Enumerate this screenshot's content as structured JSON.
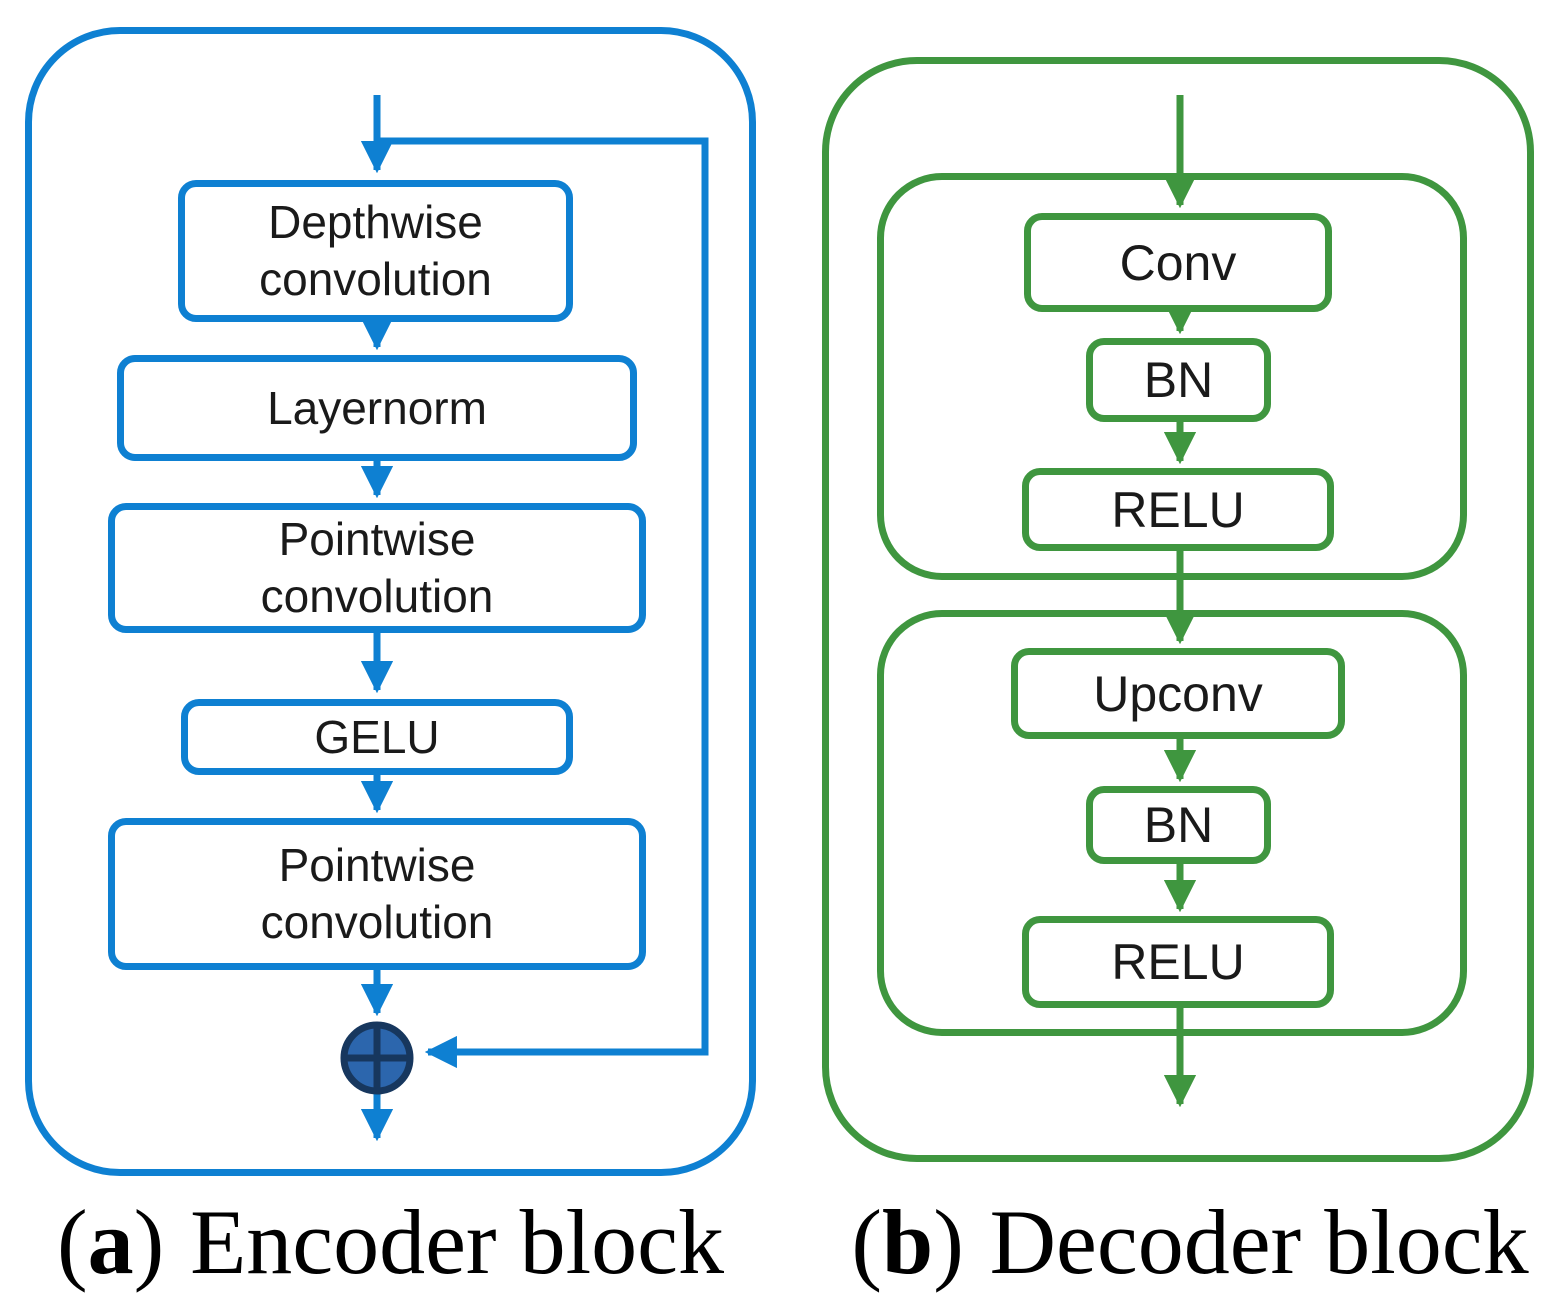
{
  "colors": {
    "encoder_accent": "#0E80D2",
    "decoder_accent": "#3F963F",
    "sum_node_fill": "#2C66AD",
    "sum_node_stroke": "#17375E",
    "box_text": "#1a1a1a",
    "caption_text": "#000000"
  },
  "icons": {
    "sum_node": "circle-plus"
  },
  "encoder": {
    "boxes": {
      "depthwise": {
        "line1": "Depthwise",
        "line2": "convolution"
      },
      "layernorm": {
        "line1": "Layernorm"
      },
      "pointwise1": {
        "line1": "Pointwise",
        "line2": "convolution"
      },
      "gelu": {
        "line1": "GELU"
      },
      "pointwise2": {
        "line1": "Pointwise",
        "line2": "convolution"
      }
    },
    "caption": {
      "open": "(",
      "letter": "a",
      "close": ")",
      "label": "Encoder block"
    }
  },
  "decoder": {
    "group1": {
      "conv": "Conv",
      "bn": "BN",
      "relu": "RELU"
    },
    "group2": {
      "upconv": "Upconv",
      "bn": "BN",
      "relu": "RELU"
    },
    "caption": {
      "open": "(",
      "letter": "b",
      "close": ")",
      "label": "Decoder block"
    }
  }
}
